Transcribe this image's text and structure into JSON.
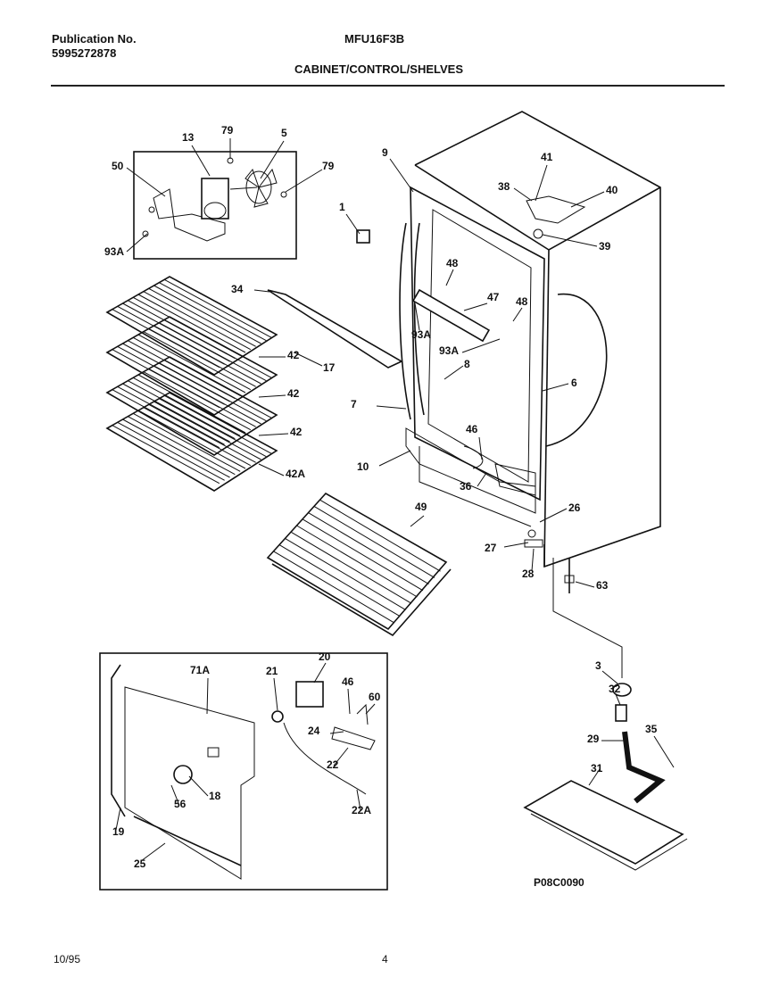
{
  "header": {
    "publication_label": "Publication No.",
    "publication_number": "5995272878",
    "model": "MFU16F3B",
    "title": "CABINET/CONTROL/SHELVES"
  },
  "diagram_code": "P08C0090",
  "footer": {
    "date": "10/95",
    "page": "4"
  },
  "callouts": [
    "79",
    "5",
    "13",
    "50",
    "79",
    "93A",
    "1",
    "9",
    "41",
    "38",
    "40",
    "39",
    "48",
    "47",
    "48",
    "93A",
    "93A",
    "8",
    "6",
    "34",
    "17",
    "42",
    "42",
    "42",
    "42A",
    "7",
    "10",
    "46",
    "36",
    "26",
    "27",
    "28",
    "63",
    "49",
    "20",
    "21",
    "71A",
    "46",
    "60",
    "24",
    "22",
    "22A",
    "18",
    "56",
    "19",
    "25",
    "3",
    "32",
    "29",
    "35",
    "31"
  ]
}
